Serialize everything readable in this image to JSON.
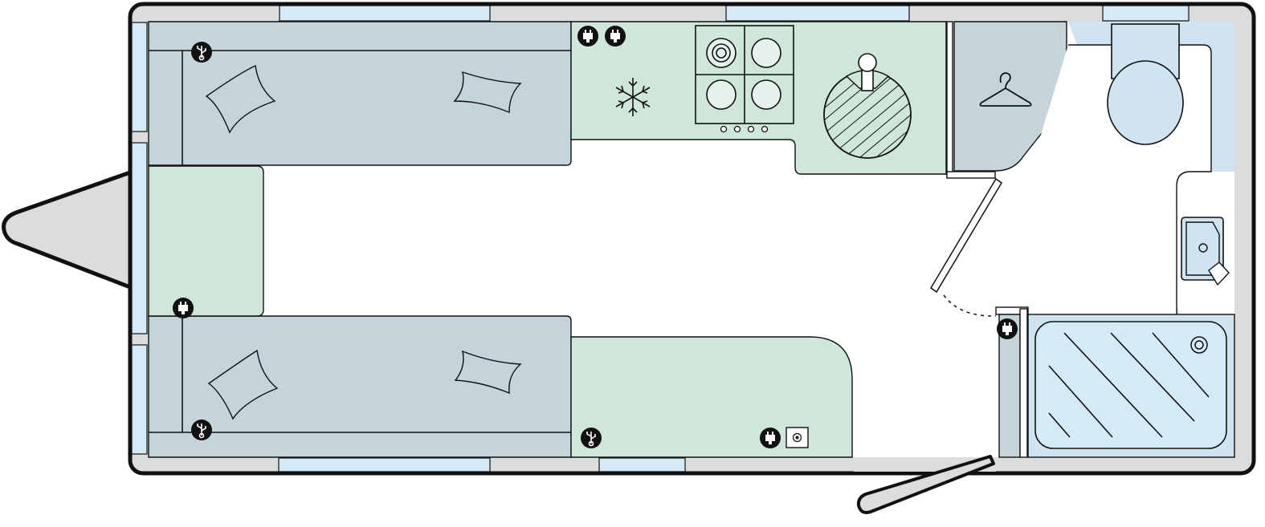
{
  "colors": {
    "wall": "#dcdcdc",
    "wall_stroke": "#111111",
    "window": "#d5eaf7",
    "seating": "#c5d4da",
    "kitchen": "#cfe6da",
    "washroom": "#cfe3f0",
    "floor": "#ffffff",
    "icon_fill": "#111111"
  },
  "icons": {
    "usb": "usb-socket-icon",
    "plug": "power-socket-icon",
    "fridge": "snowflake-icon",
    "hob": "gas-hob-icon",
    "sink": "kitchen-sink-icon",
    "wardrobe": "coat-hanger-icon",
    "toilet": "toilet-icon",
    "basin": "wash-basin-icon",
    "shower": "shower-tray-icon",
    "tv": "tv-aerial-point-icon"
  },
  "layout_features": [
    "front-lounge-sofas",
    "side-kitchen",
    "rear-washroom",
    "entrance-door"
  ]
}
